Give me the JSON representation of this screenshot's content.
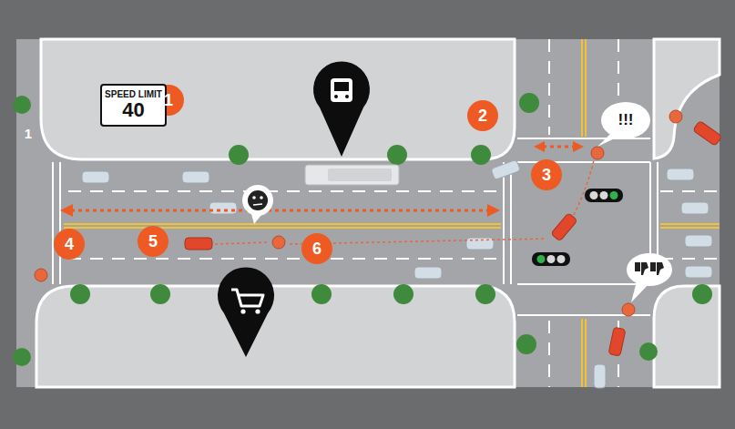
{
  "diagram": {
    "nodes": [
      {
        "text": [
          "SPEED LIMIT",
          "40"
        ]
      },
      {
        "text": [
          "!!!"
        ]
      }
    ],
    "labels": [
      "1",
      "2",
      "3",
      "4",
      "5",
      "6",
      "1"
    ]
  }
}
